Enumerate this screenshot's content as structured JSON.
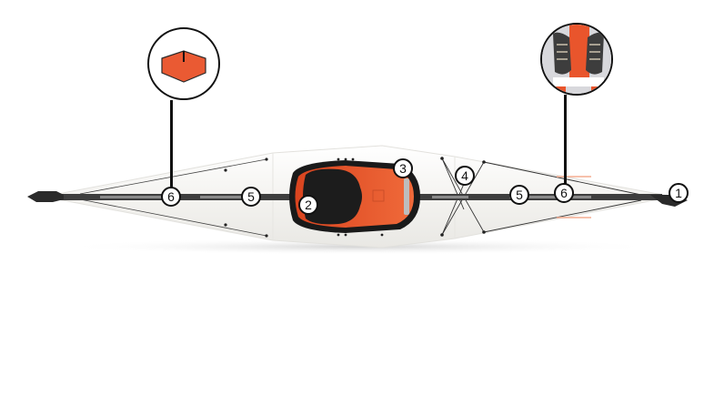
{
  "diagram": {
    "subject": "Folding kayak, top view with numbered feature callouts",
    "colors": {
      "hull": "#f2f1ee",
      "cockpit_orange": "#e8552b",
      "seat_black": "#1c1c1c",
      "frame_rail": "#4a4a4a",
      "callout_stroke": "#111111",
      "shadow": "#d9d9d9"
    },
    "callouts": [
      {
        "id": "1",
        "label": "1",
        "location": "stern tip"
      },
      {
        "id": "2",
        "label": "2",
        "location": "seat"
      },
      {
        "id": "3",
        "label": "3",
        "location": "cockpit front / footrest"
      },
      {
        "id": "4",
        "label": "4",
        "location": "deck bungee cross-straps"
      },
      {
        "id": "5a",
        "label": "5",
        "location": "bow deck rail"
      },
      {
        "id": "5b",
        "label": "5",
        "location": "stern deck rail"
      },
      {
        "id": "6a",
        "label": "6",
        "location": "bow deck (linked to bulkhead inset)"
      },
      {
        "id": "6b",
        "label": "6",
        "location": "stern deck (linked to footrest inset)"
      }
    ],
    "insets": [
      {
        "name": "bulkhead-inset",
        "description": "Orange hexagonal bulkhead / float"
      },
      {
        "name": "footrest-inset",
        "description": "Paddler's feet in shoes on orange footrest"
      }
    ]
  }
}
